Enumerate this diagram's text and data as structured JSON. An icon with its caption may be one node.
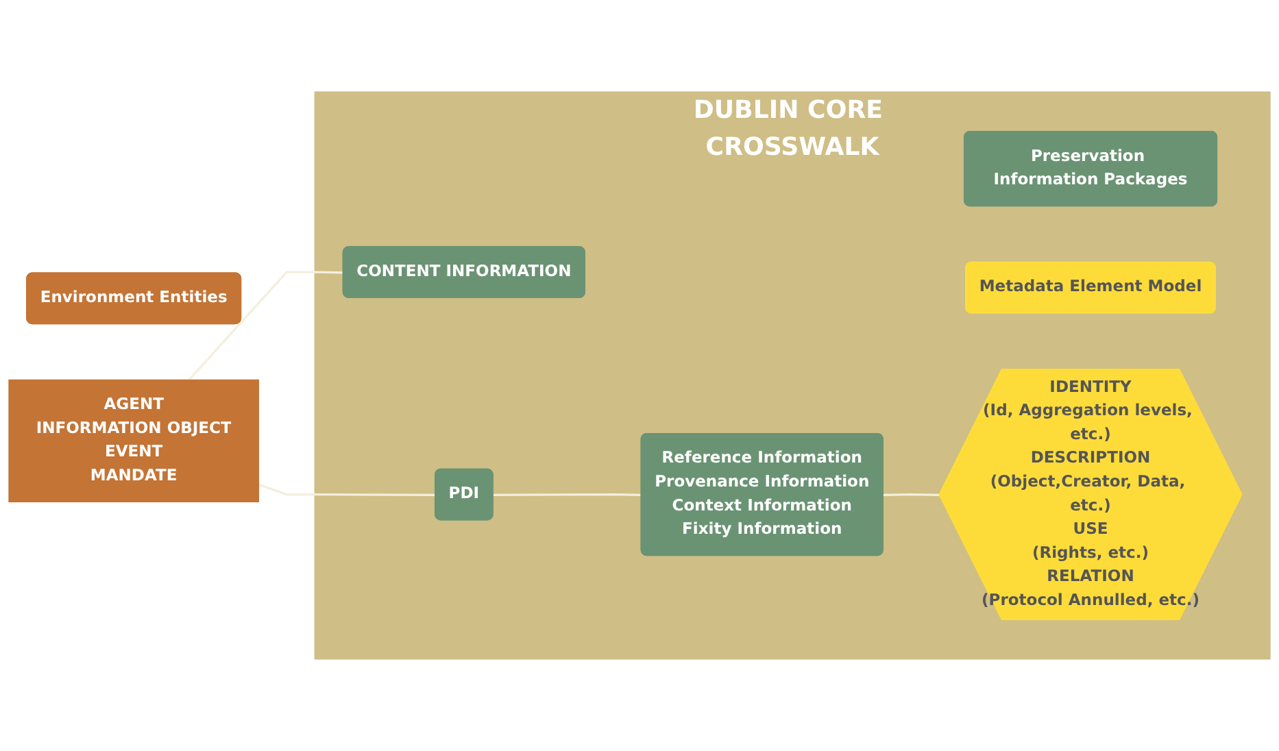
{
  "diagram": {
    "nodes": [
      {
        "text": [
          "DUBLIN CORE CROSSWALK"
        ]
      },
      {
        "text": [
          "Environment Entities"
        ]
      },
      {
        "text": [
          "Preservation Information Packages"
        ],
        "in": 0
      },
      {
        "text": [
          "Metadata Element Model"
        ],
        "in": 0
      },
      {
        "text": [
          "AGENT",
          "INFORMATION OBJECT",
          "EVENT",
          "MANDATE"
        ]
      },
      {
        "text": [
          "CONTENT INFORMATION"
        ],
        "in": 0
      },
      {
        "text": [
          "PDI"
        ],
        "in": 0
      },
      {
        "text": [
          "Reference Information",
          "Provenance Information",
          "Context Information",
          "Fixity Information"
        ],
        "in": 0
      },
      {
        "text": [
          "IDENTITY",
          "(Id, Aggregation levels, etc.)",
          "DESCRIPTION",
          "(Object,Creator, Data, etc.)",
          "USE",
          "(Rights, etc.)",
          "RELATION",
          "(Protocol Annulled, etc.)"
        ],
        "in": 0
      }
    ],
    "edges": [
      {
        "from": 4,
        "to": 5,
        "arrow": "none"
      },
      {
        "from": 4,
        "to": 6,
        "arrow": "none"
      },
      {
        "from": 6,
        "to": 7,
        "arrow": "none"
      },
      {
        "from": 7,
        "to": 8,
        "arrow": "none"
      }
    ]
  }
}
